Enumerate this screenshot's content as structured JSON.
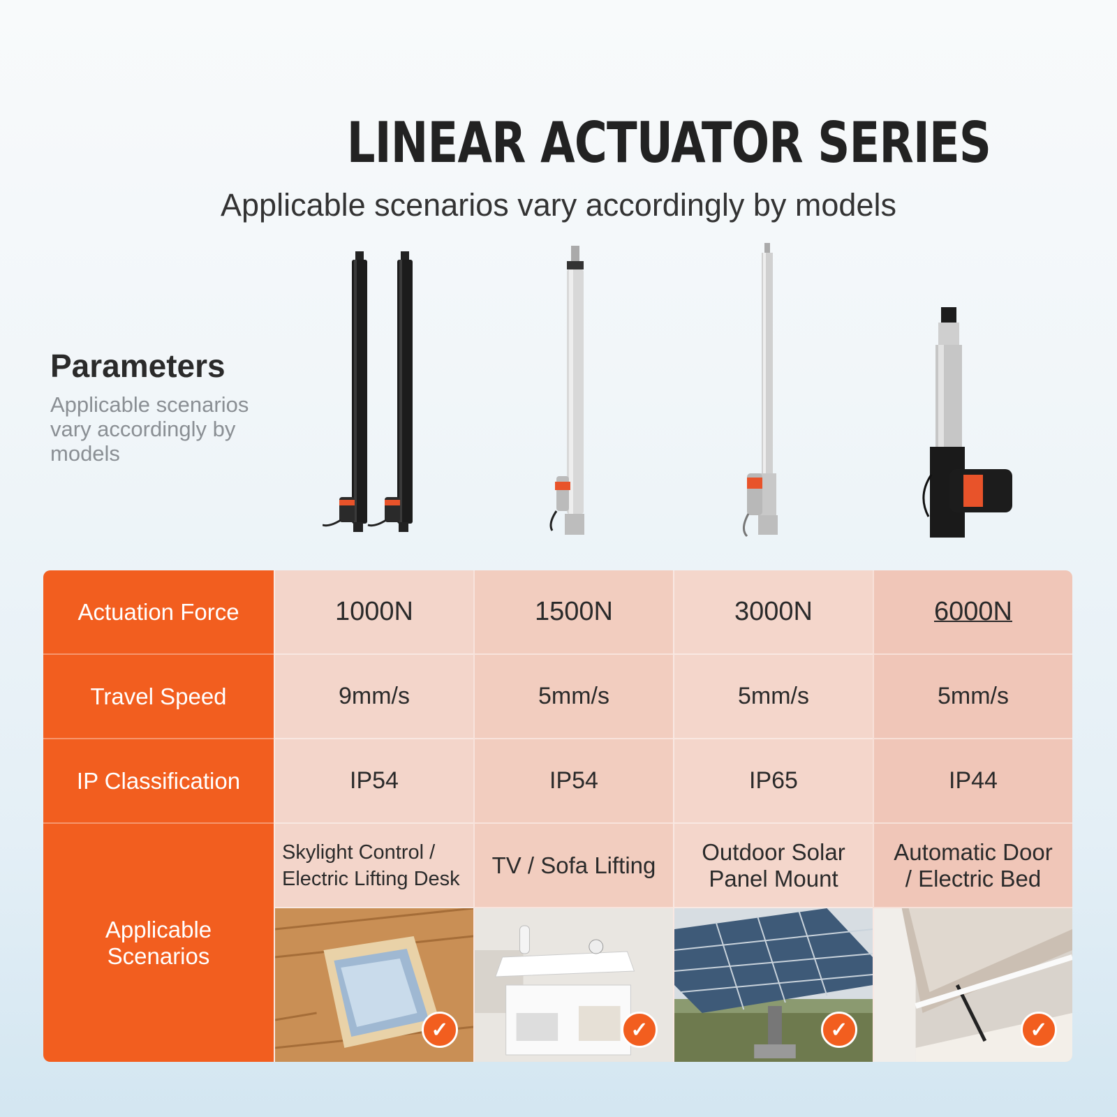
{
  "header": {
    "title": "LINEAR ACTUATOR SERIES",
    "subtitle": "Applicable scenarios vary accordingly by models"
  },
  "parameters": {
    "title": "Parameters",
    "subtitle": "Applicable scenarios vary accordingly by models"
  },
  "table": {
    "row_labels": {
      "force": "Actuation Force",
      "speed": "Travel Speed",
      "ip": "IP Classification",
      "scenarios": "Applicable Scenarios"
    },
    "models": [
      {
        "force": "1000N",
        "speed": "9mm/s",
        "ip": "IP54",
        "scenario": "Skylight Control / Electric Lifting Desk",
        "image": "skylight-window-image"
      },
      {
        "force": "1500N",
        "speed": "5mm/s",
        "ip": "IP54",
        "scenario": "TV / Sofa Lifting",
        "image": "lift-top-coffee-table-image"
      },
      {
        "force": "3000N",
        "speed": "5mm/s",
        "ip": "IP65",
        "scenario": "Outdoor Solar Panel Mount",
        "image": "solar-panel-image"
      },
      {
        "force": "6000N",
        "speed": "5mm/s",
        "ip": "IP44",
        "scenario": "Automatic Door / Electric Bed",
        "image": "storage-bed-image"
      }
    ]
  },
  "colors": {
    "accent": "#f25e1f",
    "text_dark": "#222222",
    "text_muted": "#8a8f94"
  },
  "icons": {
    "check": "check-icon"
  }
}
